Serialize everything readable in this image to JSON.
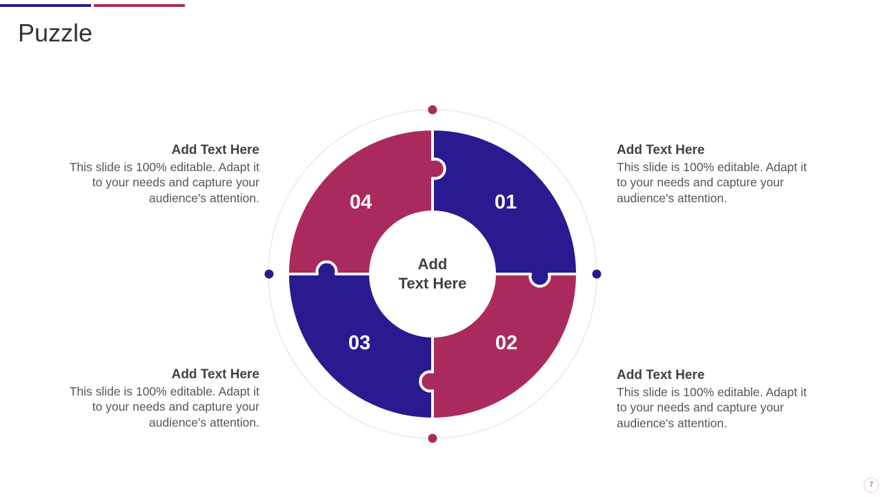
{
  "header": {
    "title": "Puzzle"
  },
  "colors": {
    "navy": "#2a1a8f",
    "magenta": "#ab2a5e",
    "text_dark": "#404040",
    "ring": "#dddddd"
  },
  "diagram": {
    "center_label_line1": "Add",
    "center_label_line2": "Text Here",
    "pieces": [
      {
        "number": "01",
        "color": "navy"
      },
      {
        "number": "02",
        "color": "magenta"
      },
      {
        "number": "03",
        "color": "navy"
      },
      {
        "number": "04",
        "color": "magenta"
      }
    ]
  },
  "text_blocks": {
    "top_left": {
      "heading": "Add Text Here",
      "lines": [
        "This slide is 100% editable. Adapt it",
        "to your needs and capture your",
        "audience's attention."
      ]
    },
    "top_right": {
      "heading": "Add Text Here",
      "lines": [
        "This slide is 100% editable. Adapt it",
        "to your needs and capture your",
        "audience's attention."
      ]
    },
    "bottom_left": {
      "heading": "Add Text Here",
      "lines": [
        "This slide is 100% editable. Adapt it",
        "to your needs and capture your",
        "audience's attention."
      ]
    },
    "bottom_right": {
      "heading": "Add Text Here",
      "lines": [
        "This slide is 100% editable. Adapt it",
        "to your needs and capture your",
        "audience's attention."
      ]
    }
  },
  "footer": {
    "page_number": "7"
  }
}
